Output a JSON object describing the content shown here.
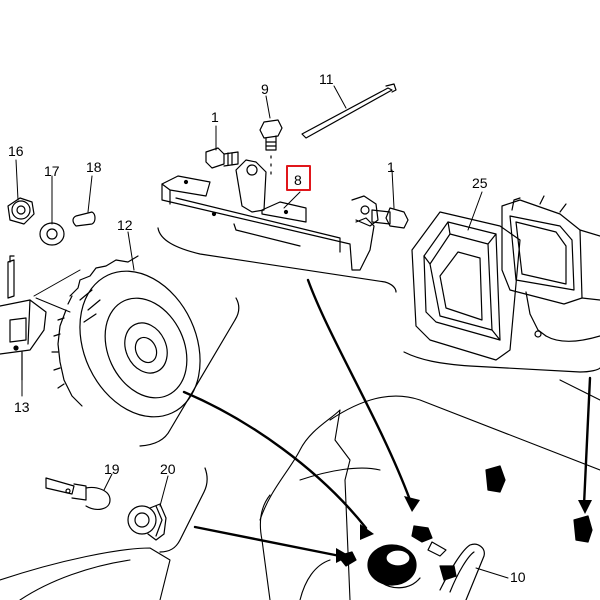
{
  "callouts": {
    "c1a": "1",
    "c1b": "1",
    "c8": "8",
    "c9": "9",
    "c10": "10",
    "c11": "11",
    "c12": "12",
    "c13": "13",
    "c16": "16",
    "c17": "17",
    "c18": "18",
    "c19": "19",
    "c20": "20",
    "c25": "25"
  },
  "highlighted_callout": "8",
  "colors": {
    "line": "#000000",
    "highlight": "#e0161b",
    "background": "#ffffff"
  }
}
